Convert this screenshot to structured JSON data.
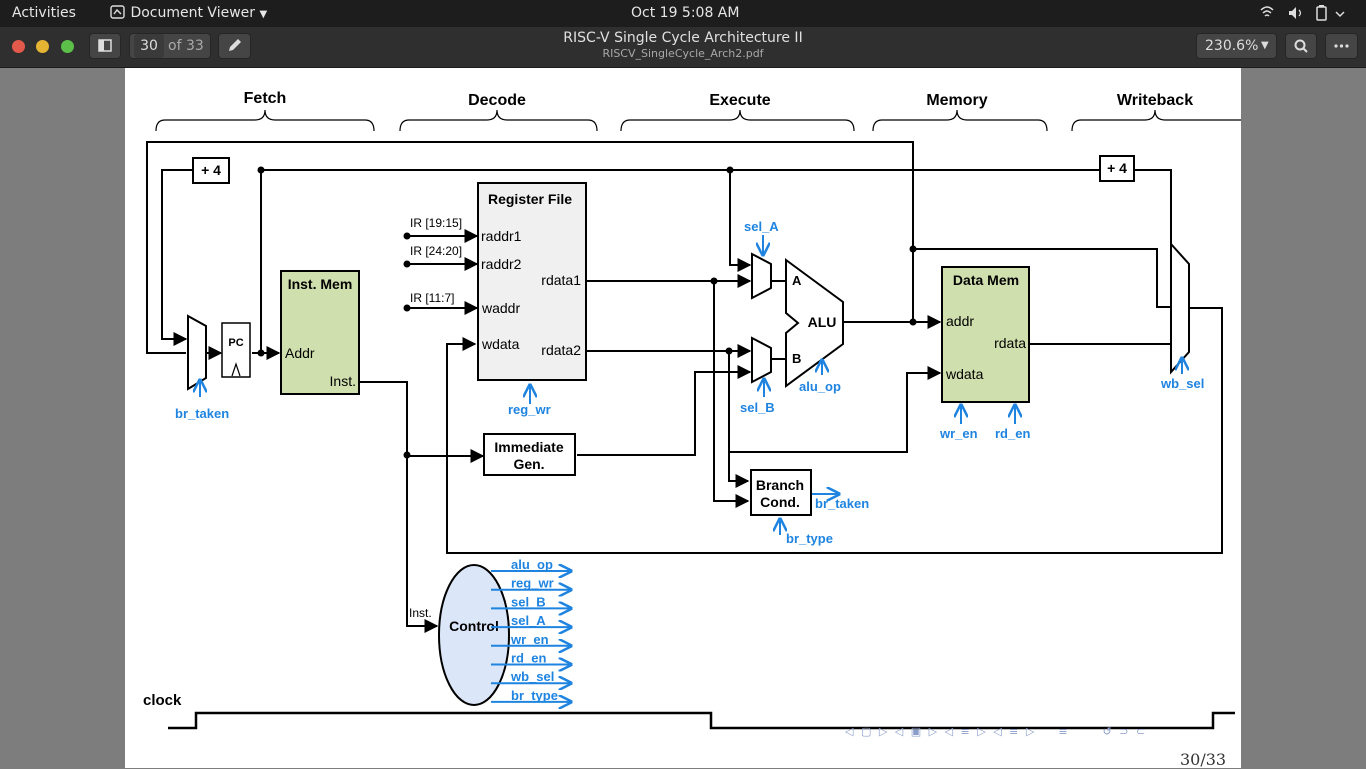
{
  "topbar": {
    "activities": "Activities",
    "app_menu": "Document Viewer",
    "clock": "Oct 19   5:08 AM"
  },
  "header": {
    "title": "RISC-V Single Cycle Architecture II",
    "subtitle": "RISCV_SingleCycle_Arch2.pdf",
    "page_current": "30",
    "page_total": "of 33",
    "zoom": "230.6%"
  },
  "slide": {
    "stages": [
      "Fetch",
      "Decode",
      "Execute",
      "Memory",
      "Writeback"
    ],
    "blocks": {
      "plus4_a": "+ 4",
      "plus4_b": "+ 4",
      "pc": "PC",
      "inst_mem": "Inst. Mem",
      "inst_mem_addr": "Addr",
      "inst_mem_inst": "Inst.",
      "reg_file": "Register File",
      "raddr1": "raddr1",
      "raddr2": "raddr2",
      "waddr": "waddr",
      "wdata": "wdata",
      "rdata1": "rdata1",
      "rdata2": "rdata2",
      "imm_gen_1": "Immediate",
      "imm_gen_2": "Gen.",
      "alu": "ALU",
      "alu_a": "A",
      "alu_b": "B",
      "branch_1": "Branch",
      "branch_2": "Cond.",
      "data_mem": "Data Mem",
      "dm_addr": "addr",
      "dm_rdata": "rdata",
      "dm_wdata": "wdata",
      "control": "Control",
      "ctrl_inst": "Inst.",
      "clock": "clock"
    },
    "ir_labels": [
      "IR [19:15]",
      "IR [24:20]",
      "IR [11:7]"
    ],
    "signals": {
      "br_taken": "br_taken",
      "reg_wr": "reg_wr",
      "sel_A": "sel_A",
      "sel_B": "sel_B",
      "alu_op": "alu_op",
      "wr_en": "wr_en",
      "rd_en": "rd_en",
      "wb_sel": "wb_sel",
      "br_taken_out": "br_taken",
      "br_type": "br_type"
    },
    "control_outputs": [
      "alu_op",
      "reg_wr",
      "sel_B",
      "sel_A",
      "wr_en",
      "rd_en",
      "wb_sel",
      "br_type"
    ],
    "page_number": "30/33"
  },
  "colors": {
    "signal_blue": "#1f84e0",
    "mem_green": "#d0dfae",
    "regfile_gray": "#f0f0f0",
    "control_blue": "#dbe7f9"
  }
}
